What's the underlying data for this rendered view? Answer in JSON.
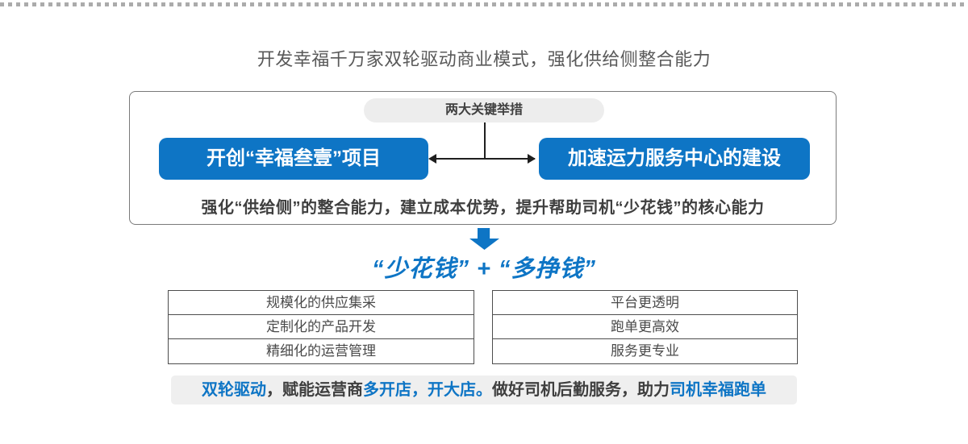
{
  "title": "开发幸福千万家双轮驱动商业模式，强化供给侧整合能力",
  "panel": {
    "pill_label": "两大关键举措",
    "left_measure": "开创“幸福叁壹”项目",
    "right_measure": "加速运力服务中心的建设",
    "description": "强化“供给侧”的整合能力，建立成本优势，提升帮助司机“少花钱”的核心能力"
  },
  "slogan": "“少花钱” + “多挣钱”",
  "tables": {
    "left": {
      "rows": [
        "规模化的供应集采",
        "定制化的产品开发",
        "精细化的运营管理"
      ]
    },
    "right": {
      "rows": [
        "平台更透明",
        "跑单更高效",
        "服务更专业"
      ]
    }
  },
  "footer": {
    "segments": [
      {
        "text": "双轮驱动",
        "color": "blue"
      },
      {
        "text": "，赋能运营商",
        "color": "dark"
      },
      {
        "text": "多开店，开大店。",
        "color": "blue"
      },
      {
        "text": "做好司机后勤服务，助力",
        "color": "dark"
      },
      {
        "text": "司机幸福跑单",
        "color": "blue"
      }
    ]
  },
  "colors": {
    "accent_blue": "#0e75c5",
    "dark_text": "#3f3f3f",
    "pill_background": "#ededed",
    "footer_background": "#efefef"
  }
}
